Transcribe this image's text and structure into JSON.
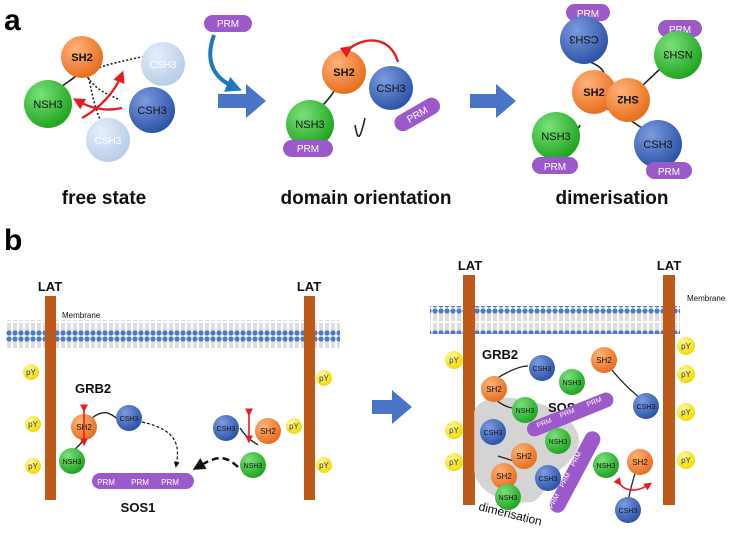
{
  "panel_a": {
    "label": "a",
    "captions": {
      "free_state": "free state",
      "domain_orientation": "domain orientation",
      "dimerisation": "dimerisation"
    },
    "free_state": {
      "sh2": "SH2",
      "nsh3": "NSH3",
      "csh3": "CSH3",
      "csh3_ghost_top": "CSH3",
      "csh3_ghost_bottom": "CSH3"
    },
    "prm_incoming": "PRM",
    "domain_orientation": {
      "sh2": "SH2",
      "csh3": "CSH3",
      "nsh3": "NSH3",
      "prm_nsh3": "PRM",
      "prm_csh3": "PRM"
    },
    "dimer": {
      "top_prm": "PRM",
      "top_csh3": "CSH3",
      "top_nsh3": "NSH3",
      "top_nsh3_prm": "PRM",
      "sh2_left": "SH2",
      "sh2_right": "SH2",
      "bottom_nsh3": "NSH3",
      "bottom_nsh3_prm": "PRM",
      "bottom_csh3": "CSH3",
      "bottom_csh3_prm": "PRM"
    }
  },
  "panel_b": {
    "label": "b",
    "lat_1": "LAT",
    "lat_2": "LAT",
    "lat_3": "LAT",
    "lat_4": "LAT",
    "membrane_left": "Membrane",
    "membrane_right": "Membrane",
    "py": "pY",
    "grb2_left": "GRB2",
    "grb2_right": "GRB2",
    "sos1_left": "SOS1",
    "sos1_right": "SOS1",
    "dimerisation": "dimerisation",
    "sh2": "SH2",
    "csh3": "CSH3",
    "nsh3": "NSH3",
    "prm": "PRM"
  },
  "colors": {
    "sh2": "#ef7d2b",
    "nsh3": "#33b733",
    "csh3": "#3d64b5",
    "prm": "#9b59c9",
    "lat": "#bd5a1a",
    "py": "#f4e200",
    "arrow_blue": "#4a74c8",
    "curved_arrow_blue": "#1e78c0",
    "red_arrow": "#e02020"
  }
}
